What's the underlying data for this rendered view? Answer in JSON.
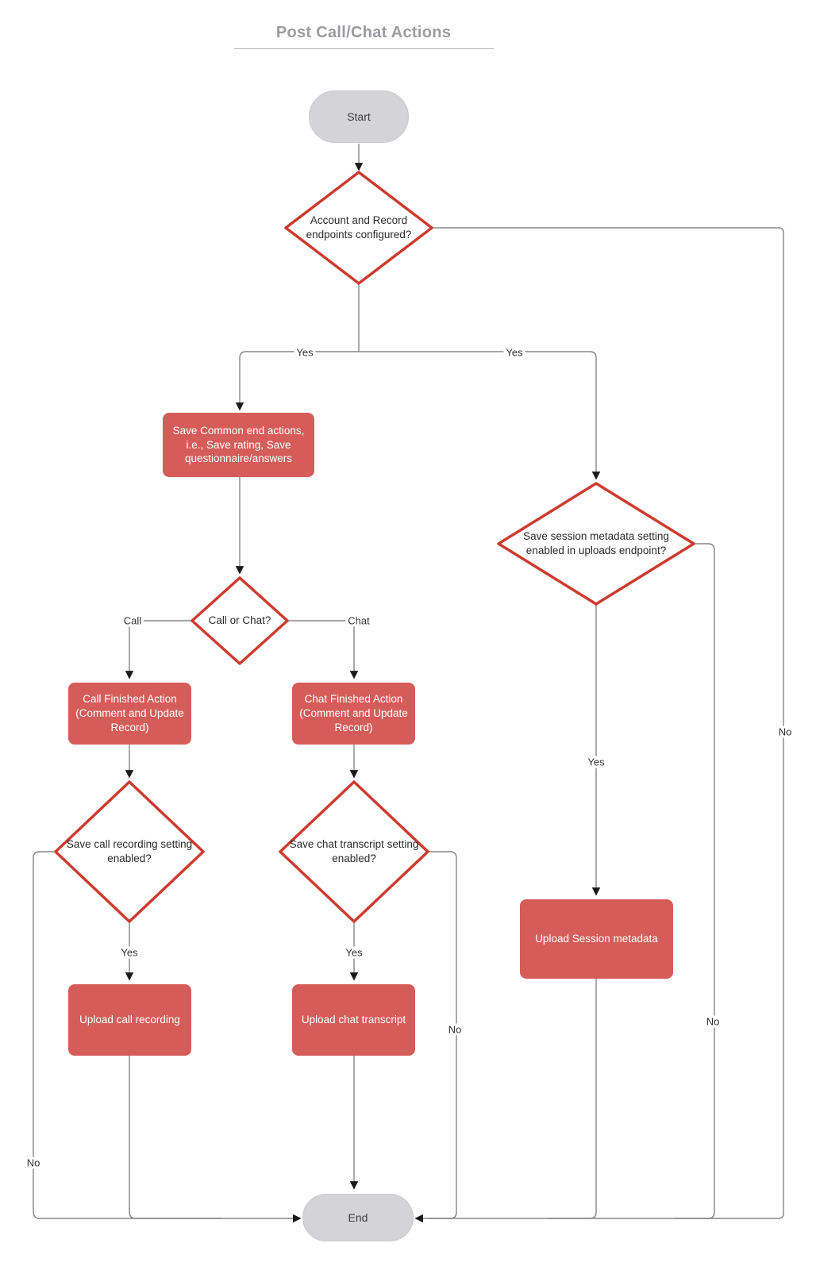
{
  "title": "Post Call/Chat Actions",
  "nodes": {
    "start": "Start",
    "end": "End",
    "decision_endpoints": "Account and Record endpoints configured?",
    "save_common_actions": "Save Common end actions, i.e., Save rating, Save questionnaire/answers",
    "decision_call_or_chat": "Call or Chat?",
    "call_finished_action": "Call Finished Action (Comment and Update Record)",
    "chat_finished_action": "Chat Finished Action (Comment and Update Record)",
    "decision_save_call_recording": "Save call recording setting enabled?",
    "decision_save_chat_transcript": "Save chat transcript setting enabled?",
    "decision_save_session_metadata": "Save session metadata setting enabled in uploads endpoint?",
    "upload_call_recording": "Upload call recording",
    "upload_chat_transcript": "Upload chat transcript",
    "upload_session_metadata": "Upload Session metadata"
  },
  "edge_labels": {
    "endpoints_yes_left": "Yes",
    "endpoints_yes_right": "Yes",
    "endpoints_no": "No",
    "branch_call": "Call",
    "branch_chat": "Chat",
    "call_recording_yes": "Yes",
    "call_recording_no": "No",
    "chat_transcript_yes": "Yes",
    "chat_transcript_no": "No",
    "session_metadata_yes": "Yes",
    "session_metadata_no": "No"
  },
  "colors": {
    "process_fill": "#d55c59",
    "decision_stroke": "#ce3a2e",
    "terminal_fill": "#d4d4d6",
    "connector": "#858585",
    "arrowhead": "#1b1b1b",
    "title": "#9b9ca1"
  }
}
